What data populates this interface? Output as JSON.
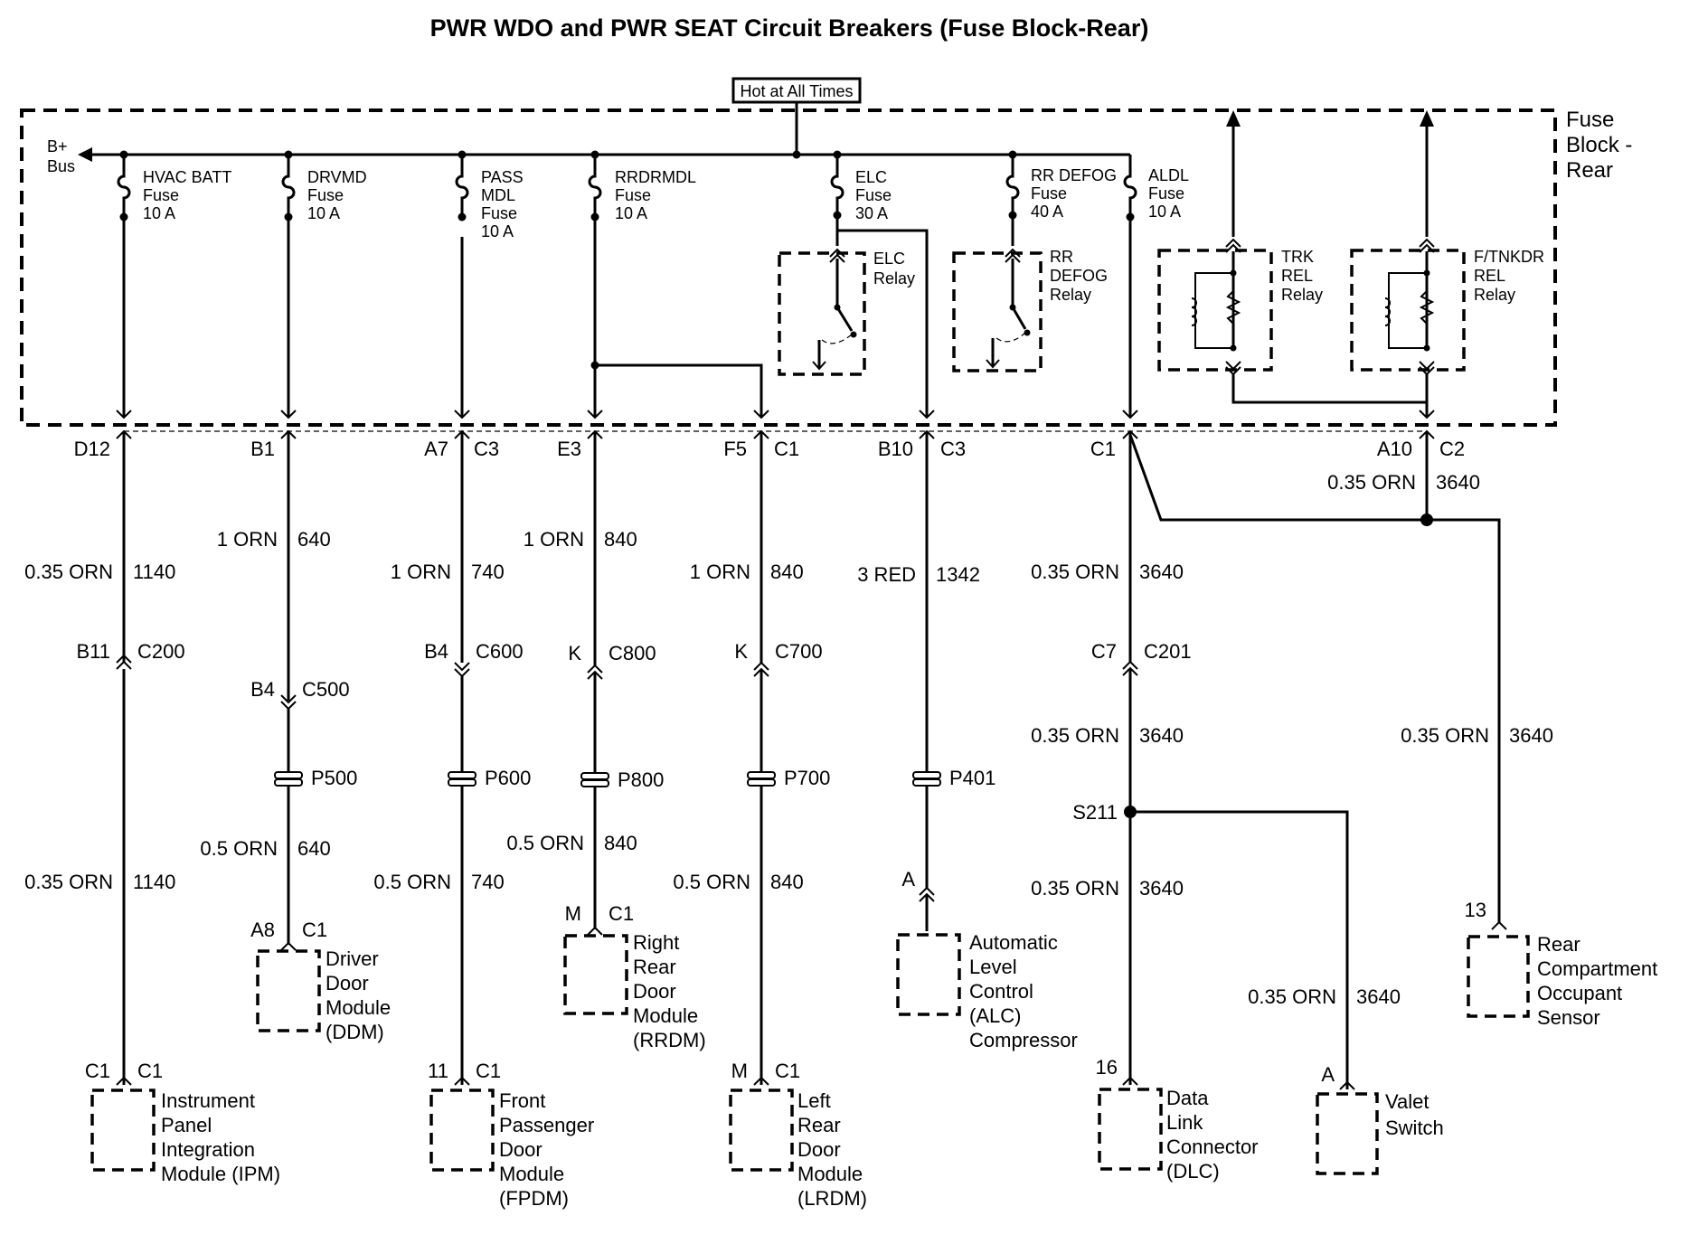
{
  "title": "PWR WDO and PWR SEAT Circuit Breakers (Fuse Block-Rear)",
  "hot_label": "Hot at All Times",
  "fuse_block": [
    "Fuse",
    "Block -",
    "Rear"
  ],
  "bus": [
    "B+",
    "Bus"
  ],
  "fuses": [
    {
      "lines": [
        "HVAC BATT",
        "Fuse",
        "10 A"
      ]
    },
    {
      "lines": [
        "DRVMD",
        "Fuse",
        "10 A"
      ]
    },
    {
      "lines": [
        "PASS",
        "MDL",
        "Fuse",
        "10 A"
      ]
    },
    {
      "lines": [
        "RRDRMDL",
        "Fuse",
        "10 A"
      ]
    },
    {
      "lines": [
        "ELC",
        "Fuse",
        "30 A"
      ]
    },
    {
      "lines": [
        "RR DEFOG",
        "Fuse",
        "40 A"
      ]
    },
    {
      "lines": [
        "ALDL",
        "Fuse",
        "10 A"
      ]
    }
  ],
  "relays": [
    {
      "lines": [
        "ELC",
        "Relay"
      ]
    },
    {
      "lines": [
        "RR",
        "DEFOG",
        "Relay"
      ]
    },
    {
      "lines": [
        "TRK",
        "REL",
        "Relay"
      ]
    },
    {
      "lines": [
        "F/TNKDR",
        "REL",
        "Relay"
      ]
    }
  ],
  "block_pins": [
    {
      "pin": "D12",
      "conn": ""
    },
    {
      "pin": "B1",
      "conn": ""
    },
    {
      "pin": "A7",
      "conn": "C3"
    },
    {
      "pin": "E3",
      "conn": ""
    },
    {
      "pin": "F5",
      "conn": "C1"
    },
    {
      "pin": "B10",
      "conn": "C3"
    },
    {
      "pin": "",
      "conn": "C1"
    },
    {
      "pin": "A10",
      "conn": "C2"
    }
  ],
  "wires": [
    {
      "size": "0.35 ORN",
      "circuit": "1140"
    },
    {
      "size": "1 ORN",
      "circuit": "640"
    },
    {
      "size": "1 ORN",
      "circuit": "740"
    },
    {
      "size": "1 ORN",
      "circuit": "840"
    },
    {
      "size": "1 ORN",
      "circuit": "840"
    },
    {
      "size": "3 RED",
      "circuit": "1342"
    },
    {
      "size": "0.35 ORN",
      "circuit": "3640"
    },
    {
      "size": "0.35 ORN",
      "circuit": "3640"
    },
    {
      "size": "0.35 ORN",
      "circuit": "3640"
    },
    {
      "size": "0.35 ORN",
      "circuit": "3640"
    },
    {
      "size": "0.35 ORN",
      "circuit": "3640"
    },
    {
      "size": "0.35 ORN",
      "circuit": "3640"
    },
    {
      "size": "0.35 ORN",
      "circuit": "1140"
    },
    {
      "size": "0.5 ORN",
      "circuit": "640"
    },
    {
      "size": "0.5 ORN",
      "circuit": "740"
    },
    {
      "size": "0.5 ORN",
      "circuit": "840"
    },
    {
      "size": "0.5 ORN",
      "circuit": "840"
    }
  ],
  "inline_connectors": [
    {
      "pin": "B11",
      "conn": "C200"
    },
    {
      "pin": "B4",
      "conn": "C500"
    },
    {
      "pin": "B4",
      "conn": "C600"
    },
    {
      "pin": "K",
      "conn": "C800"
    },
    {
      "pin": "K",
      "conn": "C700"
    },
    {
      "pin": "C7",
      "conn": "C201"
    }
  ],
  "pass_throughs": [
    "P500",
    "P600",
    "P800",
    "P700",
    "P401"
  ],
  "splice": "S211",
  "components": [
    {
      "pin": "C1",
      "conn": "C1",
      "lines": [
        "Instrument",
        "Panel",
        "Integration",
        "Module (IPM)"
      ]
    },
    {
      "pin": "A8",
      "conn": "C1",
      "lines": [
        "Driver",
        "Door",
        "Module",
        "(DDM)"
      ]
    },
    {
      "pin": "11",
      "conn": "C1",
      "lines": [
        "Front",
        "Passenger",
        "Door",
        "Module",
        "(FPDM)"
      ]
    },
    {
      "pin": "M",
      "conn": "C1",
      "lines": [
        "Right",
        "Rear",
        "Door",
        "Module",
        "(RRDM)"
      ]
    },
    {
      "pin": "M",
      "conn": "C1",
      "lines": [
        "Left",
        "Rear",
        "Door",
        "Module",
        "(LRDM)"
      ]
    },
    {
      "pin": "A",
      "conn": "",
      "lines": [
        "Automatic",
        "Level",
        "Control",
        "(ALC)",
        "Compressor"
      ]
    },
    {
      "pin": "16",
      "conn": "",
      "lines": [
        "Data",
        "Link",
        "Connector",
        "(DLC)"
      ]
    },
    {
      "pin": "A",
      "conn": "",
      "lines": [
        "Valet",
        "Switch"
      ]
    },
    {
      "pin": "13",
      "conn": "",
      "lines": [
        "Rear",
        "Compartment",
        "Occupant",
        "Sensor"
      ]
    }
  ]
}
